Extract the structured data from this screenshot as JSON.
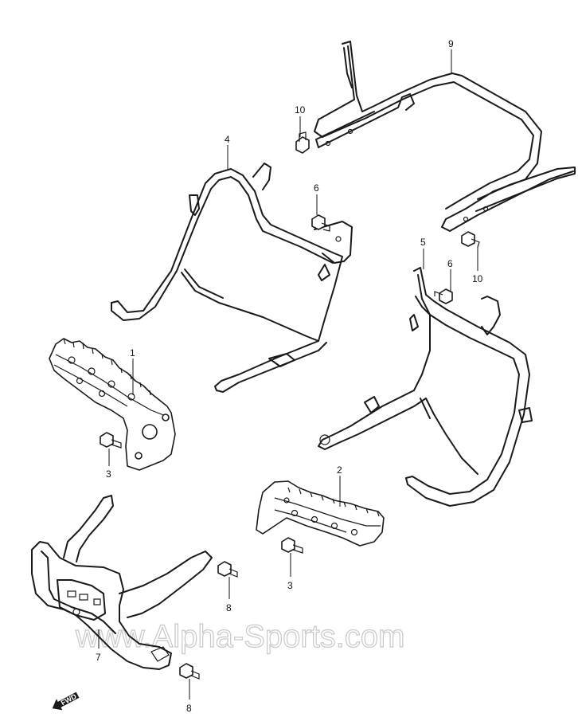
{
  "callouts": [
    {
      "id": "c1",
      "label": "1"
    },
    {
      "id": "c2",
      "label": "2"
    },
    {
      "id": "c3a",
      "label": "3"
    },
    {
      "id": "c3b",
      "label": "3"
    },
    {
      "id": "c4",
      "label": "4"
    },
    {
      "id": "c5",
      "label": "5"
    },
    {
      "id": "c6a",
      "label": "6"
    },
    {
      "id": "c6b",
      "label": "6"
    },
    {
      "id": "c7",
      "label": "7"
    },
    {
      "id": "c8a",
      "label": "8"
    },
    {
      "id": "c8b",
      "label": "8"
    },
    {
      "id": "c9",
      "label": "9"
    },
    {
      "id": "c10a",
      "label": "10"
    },
    {
      "id": "c10b",
      "label": "10"
    }
  ],
  "watermark": "www.Alpha-Sports.com",
  "fwd_label": "FWD",
  "colors": {
    "line": "#1a1a1a",
    "watermark": "#c8c8c8",
    "background": "#ffffff"
  }
}
